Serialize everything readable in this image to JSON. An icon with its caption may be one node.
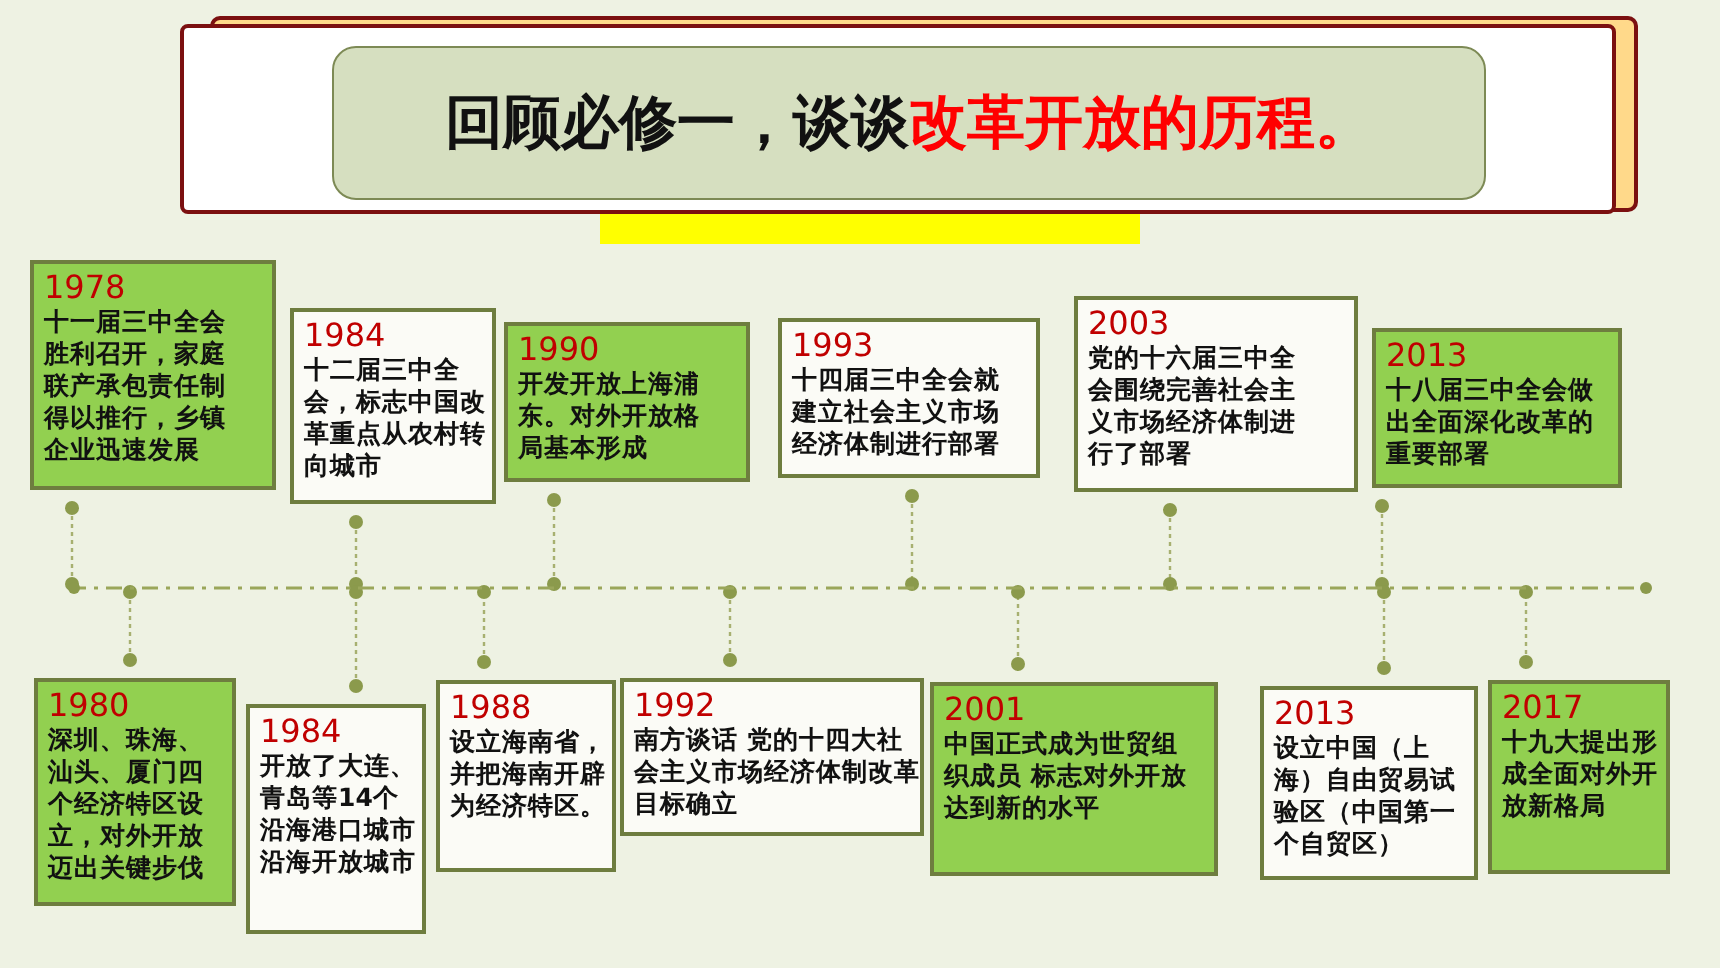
{
  "diagram": {
    "nodes": [
      {
        "text": [
          "回顾必修一，谈谈",
          "改革开放的历程。"
        ]
      },
      {
        "text": [
          "1978",
          "十一届三中全会胜利召开，家庭联产承包责任制得以推行，乡镇企业迅速发展"
        ]
      },
      {
        "text": [
          "1984",
          "十二届三中全会，标志中国改革重点从农村转向城市"
        ]
      },
      {
        "text": [
          "1990",
          "开发开放上海浦东。对外开放格局基本形成"
        ]
      },
      {
        "text": [
          "1993",
          "十四届三中全会就建立社会主义市场经济体制进行部署"
        ]
      },
      {
        "text": [
          "2003",
          "党的十六届三中全会围绕完善社会主义市场经济体制进行了部署"
        ]
      },
      {
        "text": [
          "2013",
          "十八届三中全会做出全面深化改革的重要部署"
        ]
      },
      {
        "text": [],
        "shape": "line"
      },
      {
        "text": [
          "1980",
          "深圳、珠海、汕头、厦门四个经济特区设立，对外开放迈出关键步伐"
        ]
      },
      {
        "text": [
          "1984",
          "开放了大连、青岛等14个沿海港口城市沿海开放城市"
        ]
      },
      {
        "text": [
          "1988",
          "设立海南省，并把海南开辟为经济特区。"
        ]
      },
      {
        "text": [
          "1992",
          "南方谈话 党的十四大社会主义市场经济体制改革目标确立"
        ]
      },
      {
        "text": [
          "2001",
          "中国正式成为世贸组织成员 标志对外开放达到新的水平"
        ]
      },
      {
        "text": [
          "2013",
          "设立中国（上海）自由贸易试验区（中国第一个自贸区）"
        ]
      },
      {
        "text": [
          "2017",
          "十九大提出形成全面对外开放新格局"
        ]
      }
    ],
    "edges": [
      {
        "from": 1,
        "to": 7,
        "arrow": "other",
        "style": "dashed"
      },
      {
        "from": 2,
        "to": 7,
        "arrow": "other",
        "style": "dashed"
      },
      {
        "from": 3,
        "to": 7,
        "arrow": "other",
        "style": "dashed"
      },
      {
        "from": 4,
        "to": 7,
        "arrow": "other",
        "style": "dashed"
      },
      {
        "from": 5,
        "to": 7,
        "arrow": "other",
        "style": "dashed"
      },
      {
        "from": 6,
        "to": 7,
        "arrow": "other",
        "style": "dashed"
      },
      {
        "from": 8,
        "to": 7,
        "arrow": "other",
        "style": "dashed"
      },
      {
        "from": 9,
        "to": 7,
        "arrow": "other",
        "style": "dashed"
      },
      {
        "from": 10,
        "to": 7,
        "arrow": "other",
        "style": "dashed"
      },
      {
        "from": 11,
        "to": 7,
        "arrow": "other",
        "style": "dashed"
      },
      {
        "from": 12,
        "to": 7,
        "arrow": "other",
        "style": "dashed"
      },
      {
        "from": 13,
        "to": 7,
        "arrow": "other",
        "style": "dashed"
      },
      {
        "from": 14,
        "to": 7,
        "arrow": "other",
        "style": "dashed"
      }
    ]
  }
}
